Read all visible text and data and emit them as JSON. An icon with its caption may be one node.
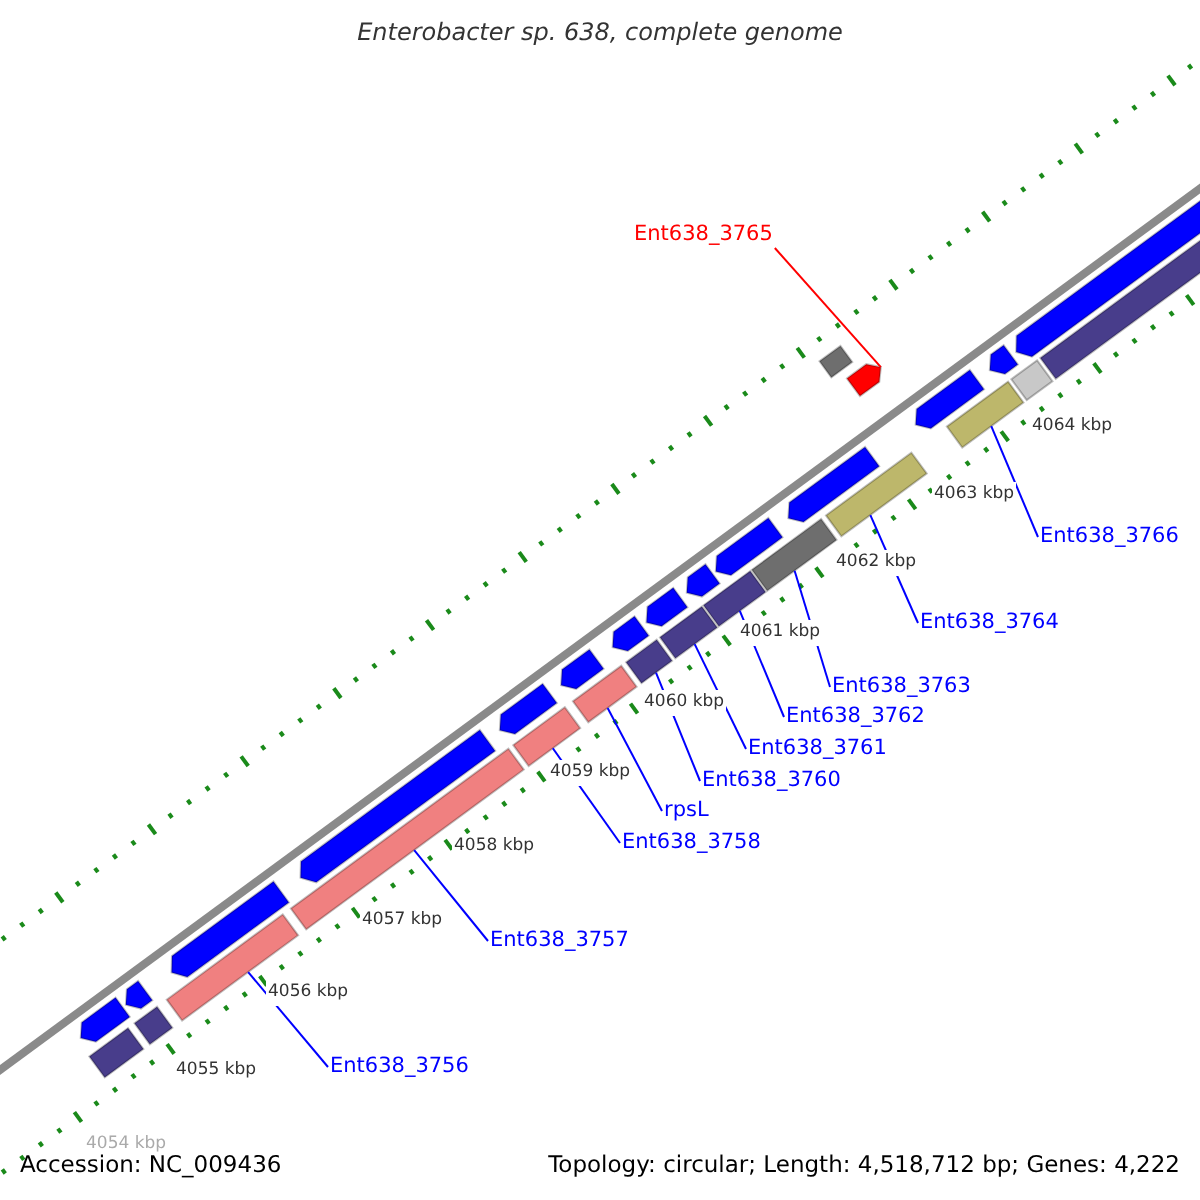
{
  "diagram": {
    "title": "Enterobacter sp. 638, complete genome",
    "nodes": [
      {
        "text": [
          "Ent638_3765"
        ]
      },
      {
        "text": [
          "Ent638_3766"
        ]
      },
      {
        "text": [
          "Ent638_3764"
        ]
      },
      {
        "text": [
          "Ent638_3763"
        ]
      },
      {
        "text": [
          "Ent638_3762"
        ]
      },
      {
        "text": [
          "Ent638_3761"
        ]
      },
      {
        "text": [
          "Ent638_3760"
        ]
      },
      {
        "text": [
          "rpsL"
        ]
      },
      {
        "text": [
          "Ent638_3758"
        ]
      },
      {
        "text": [
          "Ent638_3757"
        ]
      },
      {
        "text": [
          "Ent638_3756"
        ]
      },
      {
        "text": [],
        "shape": "arrow"
      },
      {
        "text": [],
        "shape": "bar"
      },
      {
        "text": [],
        "shape": "arrow"
      },
      {
        "text": [],
        "shape": "bar"
      },
      {
        "text": [],
        "shape": "arrow"
      },
      {
        "text": [],
        "shape": "bar"
      },
      {
        "text": [],
        "shape": "bar"
      },
      {
        "text": [],
        "shape": "arrow"
      },
      {
        "text": [],
        "shape": "arrow"
      },
      {
        "text": [],
        "shape": "bar"
      },
      {
        "text": [],
        "shape": "arrow"
      },
      {
        "text": [],
        "shape": "bar"
      },
      {
        "text": [],
        "shape": "arrow"
      },
      {
        "text": [],
        "shape": "bar"
      },
      {
        "text": [],
        "shape": "arrow"
      },
      {
        "text": [],
        "shape": "bar"
      },
      {
        "text": [],
        "shape": "arrow"
      },
      {
        "text": [],
        "shape": "bar"
      },
      {
        "text": [],
        "shape": "arrow"
      },
      {
        "text": [],
        "shape": "bar"
      },
      {
        "text": [],
        "shape": "arrow"
      },
      {
        "text": [],
        "shape": "bar"
      },
      {
        "text": [],
        "shape": "bar"
      },
      {
        "text": [],
        "shape": "arrow"
      },
      {
        "text": [],
        "shape": "arrow"
      },
      {
        "text": [],
        "shape": "bar"
      },
      {
        "text": [],
        "shape": "arrow"
      },
      {
        "text": [],
        "shape": "arrow"
      },
      {
        "text": [],
        "shape": "bar"
      },
      {
        "text": [],
        "shape": "bar"
      }
    ],
    "edges": [
      {
        "from": 0,
        "to": 34,
        "arrow": "none",
        "color": "#ff0000"
      },
      {
        "from": 1,
        "to": 36,
        "arrow": "none"
      },
      {
        "from": 2,
        "to": 33,
        "arrow": "none"
      },
      {
        "from": 3,
        "to": 30,
        "arrow": "none"
      },
      {
        "from": 4,
        "to": 28,
        "arrow": "none"
      },
      {
        "from": 5,
        "to": 26,
        "arrow": "none"
      },
      {
        "from": 6,
        "to": 24,
        "arrow": "none"
      },
      {
        "from": 7,
        "to": 22,
        "arrow": "none"
      },
      {
        "from": 8,
        "to": 20,
        "arrow": "none"
      },
      {
        "from": 9,
        "to": 17,
        "arrow": "none"
      },
      {
        "from": 10,
        "to": 16,
        "arrow": "none"
      }
    ],
    "labels": [
      "4064 kbp",
      "4063 kbp",
      "4062 kbp",
      "4061 kbp",
      "4060 kbp",
      "4059 kbp",
      "4058 kbp",
      "4057 kbp",
      "4056 kbp",
      "4055 kbp",
      "4054 kbp",
      "Accession: NC_009436",
      "Topology: circular; Length: 4,518,712 bp; Genes: 4,222"
    ]
  }
}
